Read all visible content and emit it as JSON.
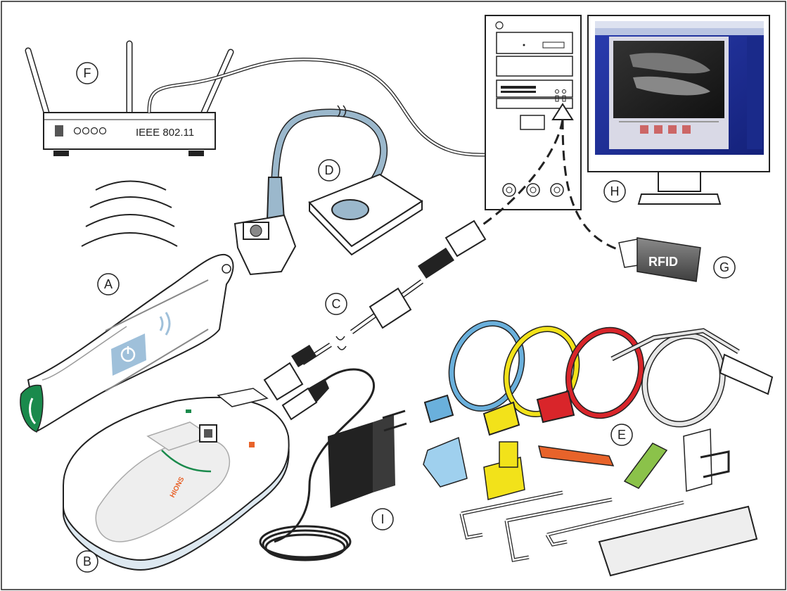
{
  "labels": {
    "a": "A",
    "b": "B",
    "c": "C",
    "d": "D",
    "e": "E",
    "f": "F",
    "g": "G",
    "h": "H",
    "i": "I"
  },
  "router": {
    "standard": "IEEE 802.11"
  },
  "usb_stick": {
    "text": "RFID"
  },
  "base_station": {
    "brand": "HIONS"
  },
  "colors": {
    "outline": "#222222",
    "cable": "#9bb8cc",
    "sensor_tip": "#1a8a4c",
    "power_badge": "#9fc0da",
    "holder_blue": "#6ab0dc",
    "holder_yellow": "#f2e21a",
    "holder_red": "#d9252a",
    "holder_orange": "#e8632a",
    "holder_green": "#8bc24a",
    "monitor_screen": "#1b2f9e",
    "rfid_body": "#5a5a5a"
  }
}
